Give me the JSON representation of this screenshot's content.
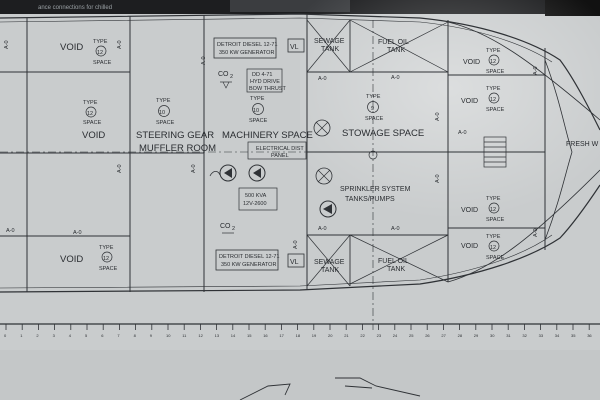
{
  "header": {
    "caption": "ance connections for chilled"
  },
  "spaces": {
    "void_label": "VOID",
    "type_label": "TYPE",
    "space_label": "SPACE",
    "type_12": "12",
    "type_10": "10",
    "type_9": "9",
    "rating_a0": "A-0",
    "steering": {
      "line1": "STEERING GEAR",
      "line2": "MUFFLER ROOM"
    },
    "machinery": "MACHINERY SPACE",
    "stowage": "STOWAGE SPACE",
    "sprinkler": {
      "line1": "SPRINKLER SYSTEM",
      "line2": "TANKS/PUMPS"
    },
    "sewage": {
      "line1": "SEWAGE",
      "line2": "TANK"
    },
    "fuel": {
      "line1": "FUEL OIL",
      "line2": "TANK"
    },
    "fresh": "FRESH W"
  },
  "equipment": {
    "gen_top": {
      "line1": "DETROIT DIESEL 12-71",
      "line2": "350 KW GENERATOR"
    },
    "gen_bottom": {
      "line1": "DETROIT DIESEL 12-71",
      "line2": "350 KW GENERATOR"
    },
    "bow_thrust": {
      "line1": "DD 4-71",
      "line2": "HYD DRIVE",
      "line3": "BOW THRUST"
    },
    "elec_panel": {
      "line1": "ELECTRICAL DIST",
      "line2": "PANEL"
    },
    "transformer": {
      "line1": "500 KVA",
      "line2": "12V-2600"
    },
    "co2": "CO",
    "co2_sub": "2",
    "vl": "VL"
  },
  "scale": {
    "ticks": [
      "0",
      "1",
      "2",
      "3",
      "4",
      "5",
      "6",
      "7",
      "8",
      "9",
      "10",
      "11",
      "12",
      "13",
      "14",
      "15",
      "16",
      "17",
      "18",
      "19",
      "20",
      "21",
      "22",
      "23",
      "24",
      "25",
      "26",
      "27",
      "28",
      "29",
      "30",
      "31",
      "32",
      "33",
      "34",
      "35",
      "36"
    ]
  },
  "colors": {
    "paper": "#c9cccd",
    "ink": "#2f3236",
    "frame": "#151515"
  }
}
